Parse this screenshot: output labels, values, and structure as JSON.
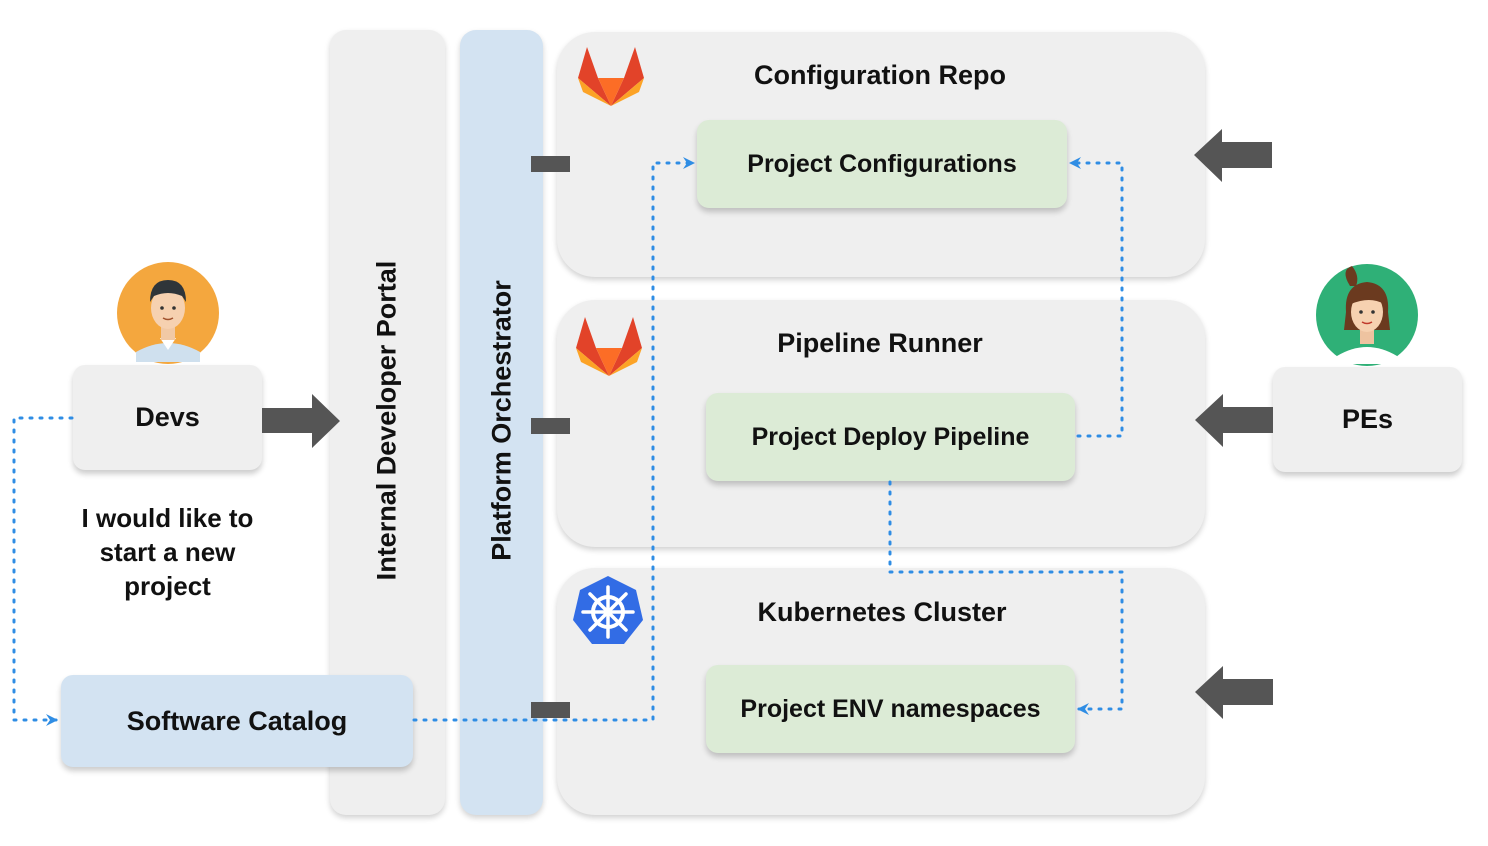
{
  "portal": {
    "label": "Internal Developer Portal"
  },
  "orchestrator": {
    "label": "Platform Orchestrator"
  },
  "sections": {
    "config_repo": {
      "title": "Configuration Repo",
      "item": "Project Configurations",
      "logo": "gitlab-icon"
    },
    "pipeline_runner": {
      "title": "Pipeline Runner",
      "item": "Project Deploy Pipeline",
      "logo": "gitlab-icon"
    },
    "kubernetes": {
      "title": "Kubernetes Cluster",
      "item": "Project ENV namespaces",
      "logo": "kubernetes-icon"
    }
  },
  "actors": {
    "devs": {
      "label": "Devs",
      "avatar": "male-developer-avatar"
    },
    "pes": {
      "label": "PEs",
      "avatar": "female-engineer-avatar"
    }
  },
  "devs_note": {
    "line1": "I would like to",
    "line2": "start a new",
    "line3": "project"
  },
  "catalog": {
    "label": "Software Catalog"
  },
  "colors": {
    "panel": "#efefef",
    "green_box": "#dcebd6",
    "blue_box": "#d3e3f2",
    "arrow": "#555555",
    "dotted_link": "#2f8de4",
    "gitlab_orange": "#fc6d26",
    "kubernetes_blue": "#326ce5"
  }
}
